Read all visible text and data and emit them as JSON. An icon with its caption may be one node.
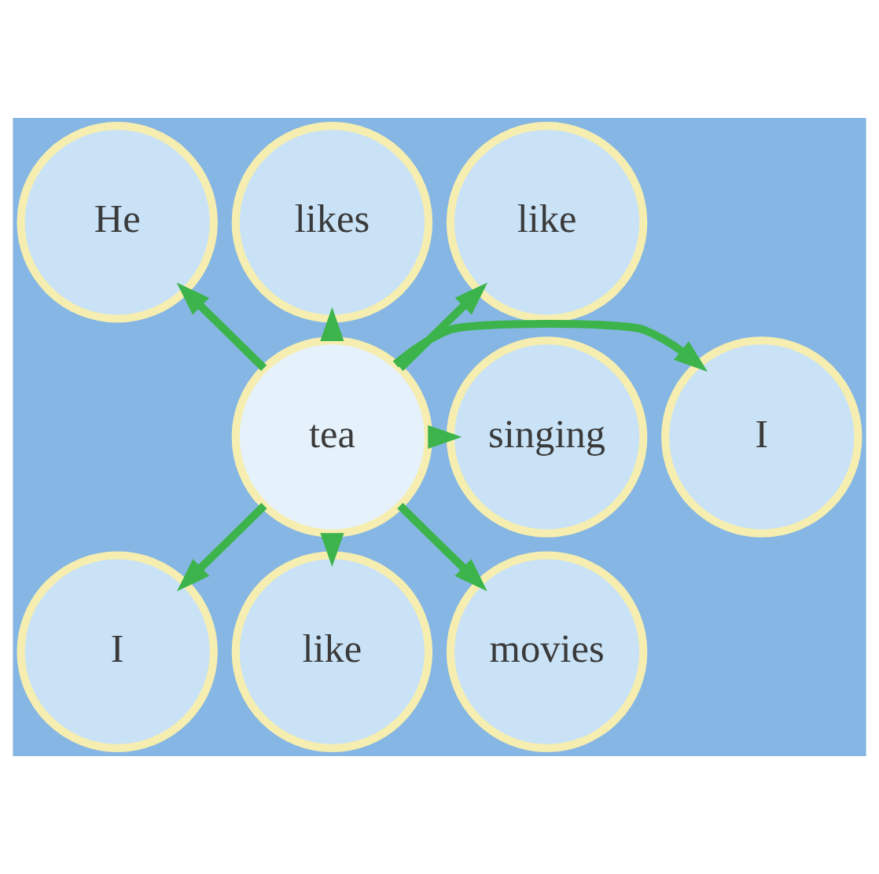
{
  "diagram": {
    "nodes": [
      {
        "text": [
          "He"
        ]
      },
      {
        "text": [
          "likes"
        ]
      },
      {
        "text": [
          "like"
        ]
      },
      {
        "text": [
          "I"
        ]
      },
      {
        "text": [
          "tea"
        ]
      },
      {
        "text": [
          "singing"
        ]
      },
      {
        "text": [
          "I"
        ]
      },
      {
        "text": [
          "like"
        ]
      },
      {
        "text": [
          "movies"
        ]
      }
    ],
    "edges": [
      {
        "from": 4,
        "to": 0,
        "arrow": "to"
      },
      {
        "from": 4,
        "to": 1,
        "arrow": "to"
      },
      {
        "from": 4,
        "to": 2,
        "arrow": "to"
      },
      {
        "from": 4,
        "to": 3,
        "arrow": "to"
      },
      {
        "from": 4,
        "to": 5,
        "arrow": "to"
      },
      {
        "from": 4,
        "to": 6,
        "arrow": "to"
      },
      {
        "from": 4,
        "to": 7,
        "arrow": "to"
      },
      {
        "from": 4,
        "to": 8,
        "arrow": "to"
      }
    ]
  }
}
